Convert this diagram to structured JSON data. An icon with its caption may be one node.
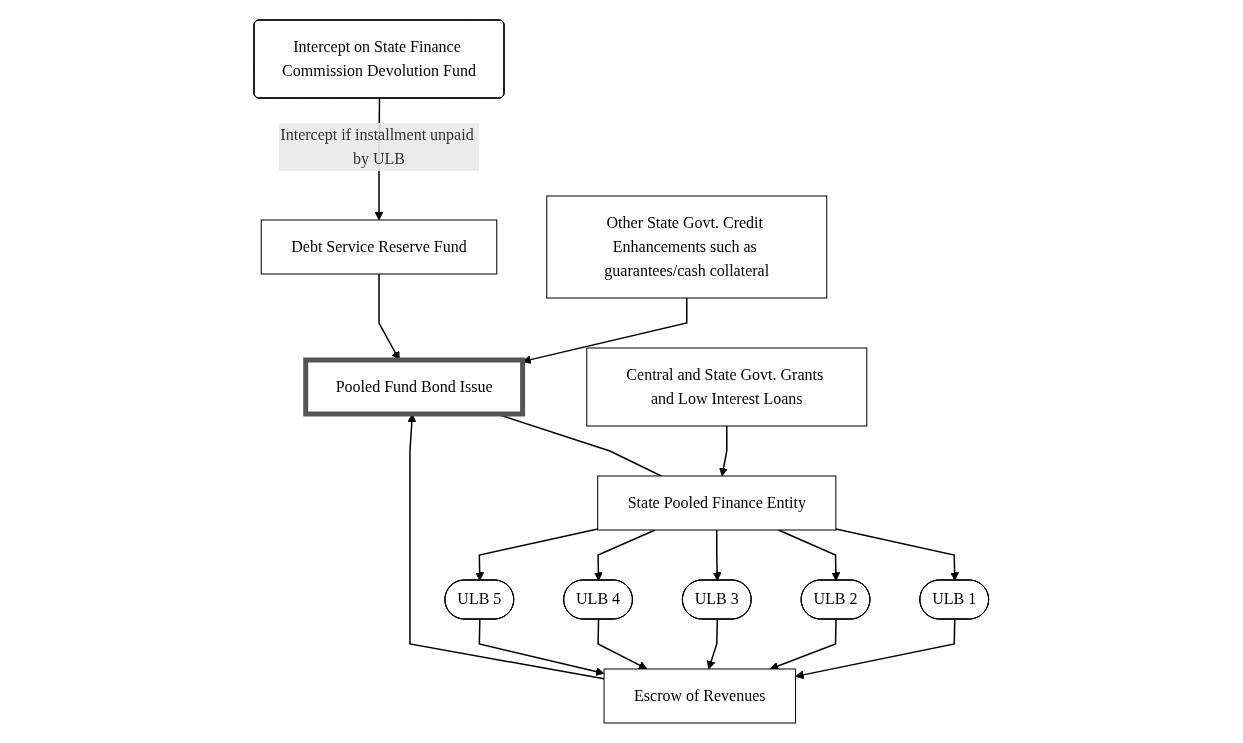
{
  "diagram": {
    "nodes": [
      {
        "text": [
          "Intercept on State Finance Commission Devolution Fund"
        ]
      },
      {
        "text": [
          "Debt Service Reserve Fund"
        ]
      },
      {
        "text": [
          "Pooled Fund Bond Issue"
        ]
      },
      {
        "text": [
          "Escrow of Revenues"
        ]
      },
      {
        "text": [
          "Other State Govt. Credit Enhancements such as guarantees/cash collateral"
        ]
      },
      {
        "text": [
          "State Pooled Finance Entity"
        ]
      },
      {
        "text": [
          "Central and State Govt. Grants and Low Interest Loans"
        ]
      },
      {
        "text": [
          "ULB 1"
        ]
      },
      {
        "text": [
          "ULB 2"
        ]
      },
      {
        "text": [
          "ULB 3"
        ]
      },
      {
        "text": [
          "ULB 4"
        ]
      },
      {
        "text": [
          "ULB 5"
        ]
      }
    ],
    "edges": [
      {
        "from": 0,
        "to": 1,
        "arrow": "to",
        "label": "Intercept if installment unpaid by ULB"
      },
      {
        "from": 1,
        "to": 2,
        "arrow": "to"
      },
      {
        "from": 3,
        "to": 2,
        "arrow": "to"
      },
      {
        "from": 4,
        "to": 2,
        "arrow": "to"
      },
      {
        "from": 2,
        "to": 5,
        "arrow": "none"
      },
      {
        "from": 6,
        "to": 5,
        "arrow": "to"
      },
      {
        "from": 5,
        "to": 7,
        "arrow": "to"
      },
      {
        "from": 5,
        "to": 8,
        "arrow": "to"
      },
      {
        "from": 5,
        "to": 9,
        "arrow": "to"
      },
      {
        "from": 5,
        "to": 10,
        "arrow": "to"
      },
      {
        "from": 5,
        "to": 11,
        "arrow": "to"
      },
      {
        "from": 7,
        "to": 3,
        "arrow": "to"
      },
      {
        "from": 8,
        "to": 3,
        "arrow": "to"
      },
      {
        "from": 9,
        "to": 3,
        "arrow": "to"
      },
      {
        "from": 10,
        "to": 3,
        "arrow": "to"
      },
      {
        "from": 11,
        "to": 3,
        "arrow": "to"
      }
    ]
  }
}
